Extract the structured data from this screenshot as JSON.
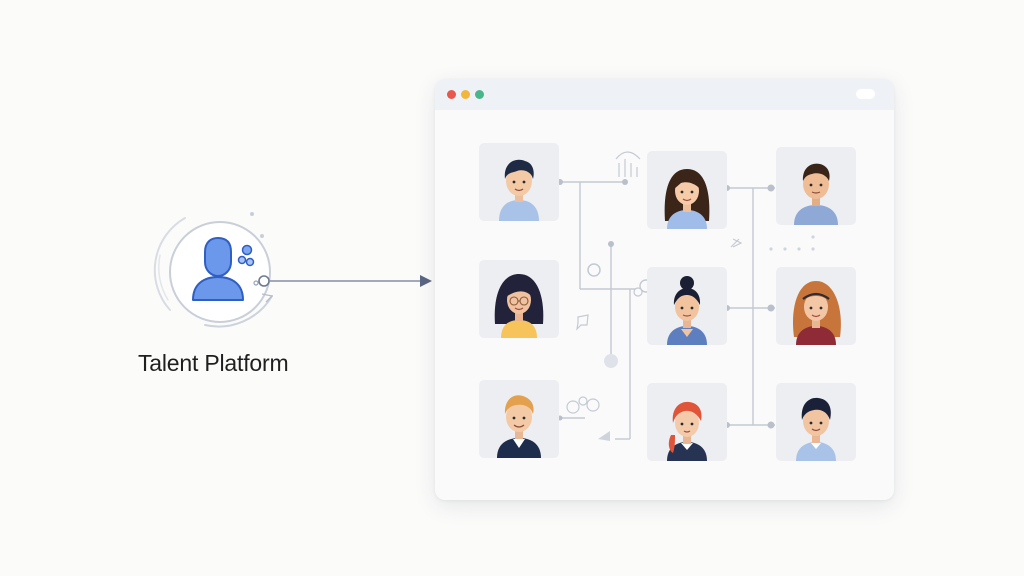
{
  "platform": {
    "label": "Talent Platform",
    "icon": "person-network-icon"
  },
  "window": {
    "traffic_lights": [
      "#e7574b",
      "#f2b63c",
      "#4bb58a"
    ]
  },
  "colors": {
    "accent": "#5d8de6",
    "connector": "#b8bec8",
    "arrow": "#6d7a93"
  },
  "candidates": [
    {
      "id": "c1",
      "hair": "#1f2a44",
      "skin": "#f3c9a6",
      "shirt": "#a9c3e8",
      "style": "short"
    },
    {
      "id": "c2",
      "hair": "#3b2418",
      "skin": "#f5cba8",
      "shirt": "#9fbde8",
      "style": "long"
    },
    {
      "id": "c3",
      "hair": "#3a2418",
      "skin": "#eebd96",
      "shirt": "#8fa9d6",
      "style": "short"
    },
    {
      "id": "c4",
      "hair": "#22223a",
      "skin": "#f1c29f",
      "shirt": "#f6c45a",
      "style": "long-glasses"
    },
    {
      "id": "c5",
      "hair": "#1b1f33",
      "skin": "#f1c39f",
      "shirt": "#5e7fbf",
      "style": "bun"
    },
    {
      "id": "c6",
      "hair": "#c7753a",
      "skin": "#f3c7a5",
      "shirt": "#8e2b37",
      "style": "long-headband"
    },
    {
      "id": "c7",
      "hair": "#e3a14f",
      "skin": "#f4caa6",
      "shirt": "#1f2d4c",
      "style": "short"
    },
    {
      "id": "c8",
      "hair": "#e0553a",
      "skin": "#f4cbaa",
      "shirt": "#263352",
      "style": "ponytail"
    },
    {
      "id": "c9",
      "hair": "#1a2037",
      "skin": "#f2c5a2",
      "shirt": "#a9c3e8",
      "style": "short"
    }
  ]
}
